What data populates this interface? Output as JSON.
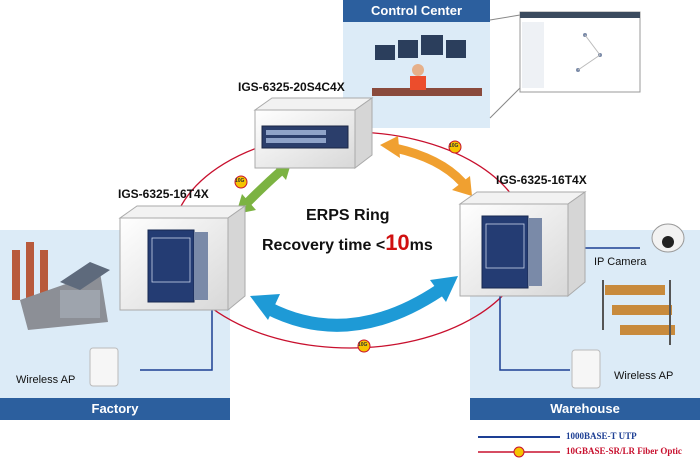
{
  "control_center": {
    "label": "Control Center"
  },
  "factory": {
    "label": "Factory",
    "device_label": "Wireless AP"
  },
  "warehouse": {
    "label": "Warehouse",
    "camera_label": "IP Camera",
    "device_label": "Wireless AP"
  },
  "switches": {
    "top": "IGS-6325-20S4C4X",
    "left": "IGS-6325-16T4X",
    "right": "IGS-6325-16T4X"
  },
  "center": {
    "title": "ERPS Ring",
    "recovery_prefix": "Recovery time <",
    "recovery_value": "10",
    "recovery_unit": "ms"
  },
  "link_badge": "10G",
  "legend": {
    "utp": "1000BASE-T UTP",
    "fiber": "10GBASE-SR/LR Fiber Optic"
  },
  "colors": {
    "panel_bg": "#dcebf7",
    "panel_label": "#2c5f9e",
    "ring_line": "#c8102e",
    "utp_line": "#1d3f94",
    "arrow_green": "#7cb342",
    "arrow_orange": "#f0a030",
    "arrow_blue": "#1e9ad6",
    "accent_red": "#d01010"
  }
}
